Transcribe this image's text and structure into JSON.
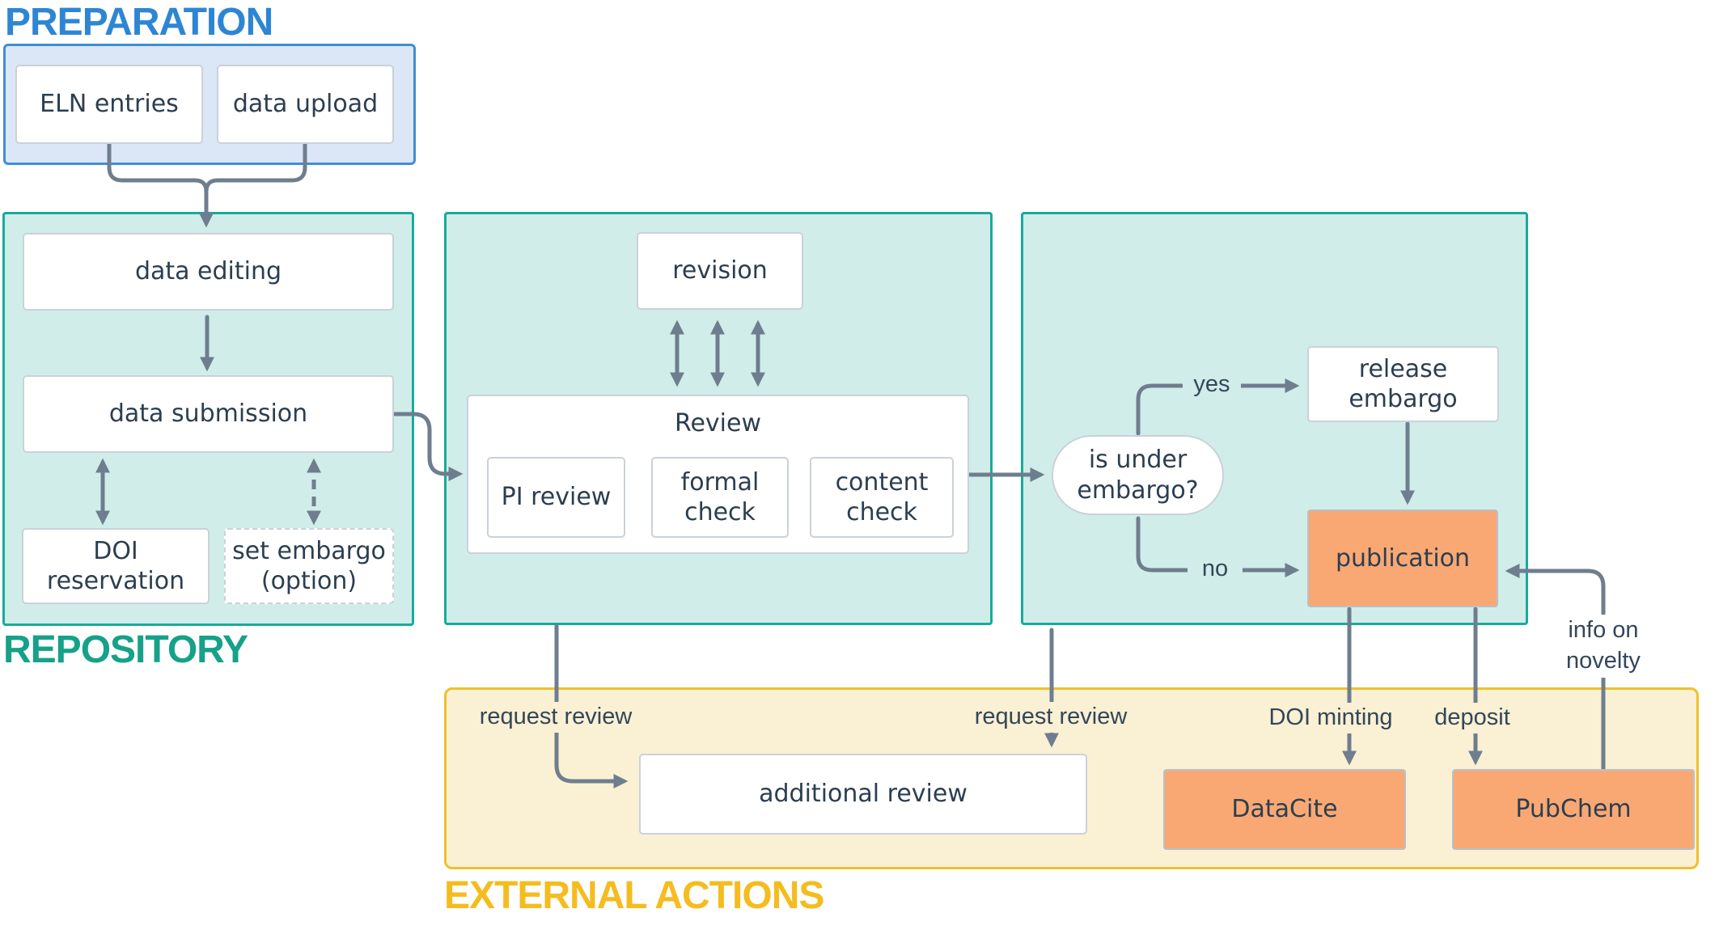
{
  "headers": {
    "preparation": "PREPARATION",
    "repository": "REPOSITORY",
    "external_actions": "EXTERNAL ACTIONS"
  },
  "nodes": {
    "eln_entries": "ELN entries",
    "data_upload": "data upload",
    "data_editing": "data editing",
    "data_submission": "data submission",
    "doi_reservation": "DOI reservation",
    "set_embargo": "set embargo (option)",
    "revision": "revision",
    "review_title": "Review",
    "pi_review": "PI review",
    "formal_check": "formal check",
    "content_check": "content check",
    "is_under_embargo": "is under embargo?",
    "release_embargo": "release embargo",
    "publication": "publication",
    "additional_review": "additional review",
    "datacite": "DataCite",
    "pubchem": "PubChem"
  },
  "edge_labels": {
    "yes": "yes",
    "no": "no",
    "request_review_left": "request review",
    "request_review_right": "request review",
    "doi_minting": "DOI minting",
    "deposit": "deposit",
    "info_on_novelty": "info on novelty"
  },
  "colors": {
    "preparation_header": "#2e86d3",
    "repository_header": "#16a189",
    "external_actions_header": "#f5bc1f",
    "blue_section_fill": "#dbe7f7",
    "blue_section_border": "#3e8ed6",
    "teal_section_fill": "#d0edea",
    "teal_section_border": "#18ab9a",
    "yellow_section_fill": "#faf0d3",
    "yellow_section_border": "#f0c02a",
    "orange_node_fill": "#f9a873",
    "node_border": "#cbd1d9",
    "arrow": "#6e7e8e",
    "text": "#2c3e50"
  }
}
